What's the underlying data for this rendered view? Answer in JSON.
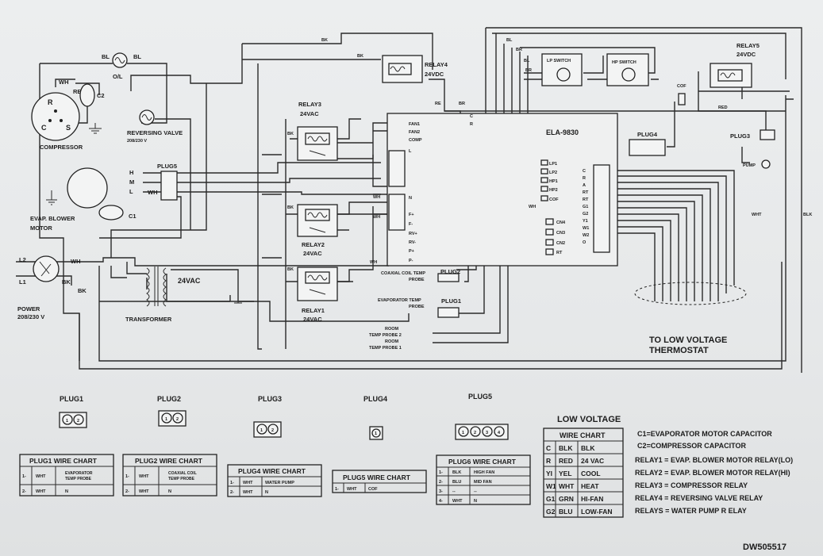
{
  "compressor": {
    "label": "COMPRESSOR",
    "r": "R",
    "c": "C",
    "s": "S",
    "cap": "C2",
    "wh": "WH",
    "re": "RE"
  },
  "ol": {
    "label": "O/L",
    "bl1": "BL",
    "bl2": "BL"
  },
  "reversing_valve": {
    "label": "REVERSING VALVE",
    "voltage": "208/230 V"
  },
  "blower": {
    "label1": "EVAP. BLOWER",
    "label2": "MOTOR",
    "cap": "C1",
    "h": "H",
    "m": "M",
    "l": "L",
    "wh": "WH"
  },
  "power": {
    "label": "POWER",
    "voltage": "208/230 V",
    "l1": "L1",
    "l2": "L2",
    "wh": "WH",
    "bk": "BK"
  },
  "transformer": {
    "label": "TRANSFORMER",
    "voltage": "24VAC"
  },
  "relay1": {
    "name": "RELAY1",
    "volt": "24VAC"
  },
  "relay2": {
    "name": "RELAY2",
    "volt": "24VAC"
  },
  "relay3": {
    "name": "RELAY3",
    "volt": "24VAC"
  },
  "relay4": {
    "name": "RELAY4",
    "volt": "24VDC"
  },
  "relay5": {
    "name": "RELAY5",
    "volt": "24VDC"
  },
  "board": {
    "name": "ELA-9830"
  },
  "plug5_top": "PLUG5",
  "plug4_top": "PLUG4",
  "plug3_top": "PLUG3",
  "plug2_top": "PLUG2",
  "plug1_top": "PLUG1",
  "pump": "PUMP",
  "cof_top": "COF",
  "lp_switch": "LP SWITCH",
  "hp_switch": "HP SWITCH",
  "wire_codes": {
    "bk": "BK",
    "bl": "BL",
    "br": "BR",
    "re": "RE",
    "red": "RED",
    "wh": "WH",
    "wht": "WHT",
    "blk": "BLK"
  },
  "fan_terms": [
    "FAN1",
    "FAN2",
    "COMP",
    "L"
  ],
  "n_term": "N",
  "left_terms": [
    "F+",
    "F-",
    "RV+",
    "RV-",
    "P+",
    "P-"
  ],
  "cn_terms": [
    "CN4",
    "CN3",
    "CN2",
    "RT"
  ],
  "sw_terms": [
    "LP1",
    "LP2",
    "HP1",
    "HP2",
    "COF"
  ],
  "c_terms": [
    "C",
    "R"
  ],
  "tstat_terms": [
    "C",
    "R",
    "A",
    "RT",
    "RT",
    "G1",
    "G2",
    "Y1",
    "W1",
    "W2",
    "O"
  ],
  "probes": {
    "coil1": "COAXIAL COIL TEMP",
    "coil2": "PROBE",
    "evap1": "EVAPORATOR TEMP",
    "evap2": "PROBE",
    "room2a": "ROOM",
    "room2b": "TEMP PROBE 2",
    "room1a": "ROOM",
    "room1b": "TEMP PROBE 1"
  },
  "low_voltage_thermostat": [
    "TO LOW VOLTAGE",
    "THERMOSTAT"
  ],
  "plugs_row": [
    "PLUG1",
    "PLUG2",
    "PLUG3",
    "PLUG4",
    "PLUG5"
  ],
  "pin_labels": {
    "p1": [
      "1",
      "2"
    ],
    "p2": [
      "1",
      "2"
    ],
    "p3": [
      "1",
      "2"
    ],
    "p4": [
      "1"
    ],
    "p5": [
      "1",
      "2",
      "3",
      "4"
    ]
  },
  "plug1_chart": {
    "title": "PLUG1 WIRE CHART",
    "rows": [
      [
        "1-",
        "WHT",
        "EVAPORATOR",
        "TEMP PROBE"
      ],
      [
        "2-",
        "WHT",
        "N",
        ""
      ]
    ]
  },
  "plug2_chart": {
    "title": "PLUG2 WIRE CHART",
    "rows": [
      [
        "1-",
        "WHT",
        "COAXIAL COIL",
        "TEMP PROBE"
      ],
      [
        "2-",
        "WHT",
        "N",
        ""
      ]
    ]
  },
  "plug4_chart": {
    "title": "PLUG4 WIRE CHART",
    "rows": [
      [
        "1-",
        "WHT",
        "WATER PUMP"
      ],
      [
        "2-",
        "WHT",
        "N"
      ]
    ]
  },
  "plug5_chart": {
    "title": "PLUG5 WIRE CHART",
    "rows": [
      [
        "1-",
        "WHT",
        "COF"
      ]
    ]
  },
  "plug6_chart": {
    "title": "PLUG6 WIRE CHART",
    "rows": [
      [
        "1-",
        "BLK",
        "HIGH FAN"
      ],
      [
        "2-",
        "BLU",
        "MID FAN"
      ],
      [
        "3-",
        "--",
        "--"
      ],
      [
        "4-",
        "WHT",
        "N"
      ]
    ]
  },
  "low_voltage": {
    "title": "LOW VOLTAGE",
    "chart_title": "WIRE CHART",
    "rows": [
      [
        "C",
        "BLK",
        "BLK"
      ],
      [
        "R",
        "RED",
        "24 VAC"
      ],
      [
        "YI",
        "YEL",
        "COOL"
      ],
      [
        "W1",
        "WHT",
        "HEAT"
      ],
      [
        "G1",
        "GRN",
        "HI-FAN"
      ],
      [
        "G2",
        "BLU",
        "LOW-FAN"
      ]
    ]
  },
  "legend": [
    "C1=EVAPORATOR MOTOR CAPACITOR",
    "C2=COMPRESSOR CAPACITOR",
    "RELAY1 = EVAP. BLOWER MOTOR RELAY(LO)",
    "RELAY2 = EVAP. BLOWER MOTOR RELAY(HI)",
    "RELAY3 = COMPRESSOR RELAY",
    "RELAY4 = REVERSING VALVE  RELAY",
    "RELAYS = WATER PUMP R ELAY"
  ],
  "doc_number": "DW505517"
}
